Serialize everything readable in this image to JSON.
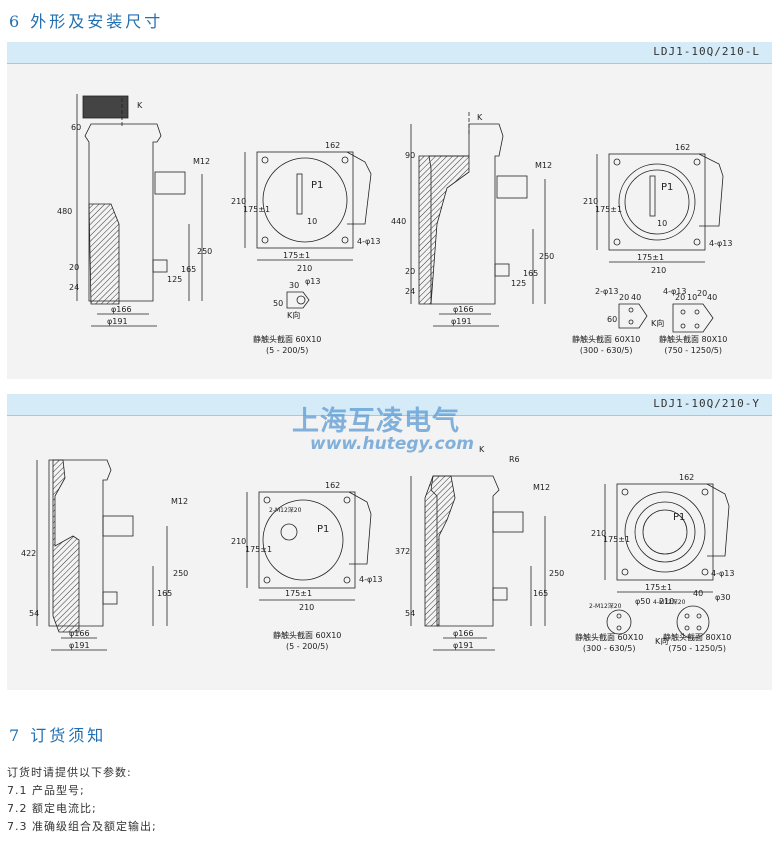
{
  "sections": {
    "s6_title": "6 外形及安装尺寸",
    "s7_title": "7 订货须知"
  },
  "panel_l": {
    "model": "LDJ1-10Q/210-L",
    "label_k": "K",
    "label_k_view": "K向",
    "label_m12": "M12",
    "label_p1": "P1",
    "label_4phi13": "4-φ13",
    "label_2phi13": "2-φ13",
    "dims": [
      "60",
      "480",
      "165",
      "250",
      "125",
      "20",
      "24",
      "φ166",
      "φ191",
      "162",
      "210",
      "175±1",
      "10",
      "175±1",
      "210",
      "90",
      "440",
      "165",
      "250",
      "125",
      "20",
      "24",
      "φ166",
      "φ191",
      "162",
      "210",
      "175±1",
      "10",
      "175±1",
      "210",
      "30",
      "φ13",
      "50",
      "20",
      "40",
      "60",
      "20",
      "10",
      "20",
      "40"
    ],
    "caption_a1": "静触头截面 60X10",
    "caption_a2": "(5 - 200/5)",
    "caption_b1": "静触头截面 60X10",
    "caption_b2": "(300 - 630/5)",
    "caption_c1": "静触头截面 80X10",
    "caption_c2": "(750 - 1250/5)"
  },
  "panel_y": {
    "model": "LDJ1-10Q/210-Y",
    "label_k": "K",
    "label_k_view": "K向",
    "label_m12": "M12",
    "label_p1": "P1",
    "label_r6": "R6",
    "label_4phi13": "4-φ13",
    "label_2m12": "2-M12深20",
    "label_4m12": "4-M12深20",
    "dims": [
      "422",
      "54",
      "250",
      "165",
      "φ166",
      "φ191",
      "162",
      "210",
      "175±1",
      "175±1",
      "210",
      "372",
      "54",
      "250",
      "165",
      "φ166",
      "φ191",
      "162",
      "210",
      "175±1",
      "175±1",
      "210",
      "φ50",
      "40",
      "φ30"
    ],
    "caption_a1": "静触头截面 60X10",
    "caption_a2": "(5 - 200/5)",
    "caption_b1": "静触头截面 60X10",
    "caption_b2": "(300 - 630/5)",
    "caption_c1": "静触头截面 80X10",
    "caption_c2": "(750 - 1250/5)"
  },
  "watermark": {
    "name": "上海互凌电气",
    "url": "www.hutegy.com"
  },
  "order": {
    "intro": "订货时请提供以下参数:",
    "items": [
      "7.1 产品型号;",
      "7.2 额定电流比;",
      "7.3 准确级组合及额定输出;"
    ]
  }
}
